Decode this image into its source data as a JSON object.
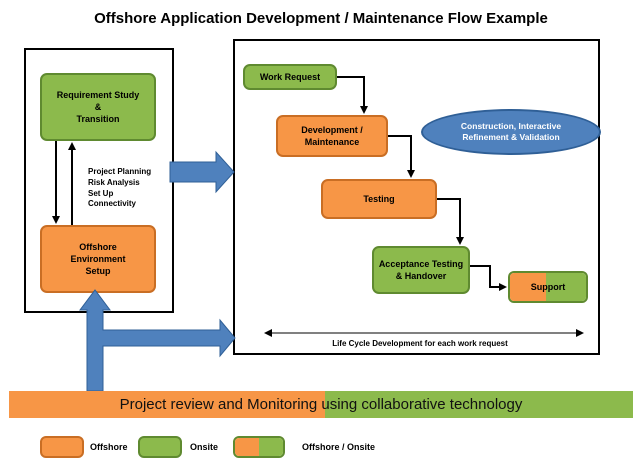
{
  "title": "Offshore Application Development / Maintenance Flow Example",
  "left_panel": {
    "requirement_box": "Requirement Study\n&\nTransition",
    "steps": [
      "Project Planning",
      "Risk Analysis",
      "Set Up",
      "Connectivity"
    ],
    "environment_box": "Offshore\nEnvironment\nSetup"
  },
  "right_panel": {
    "work_request": "Work Request",
    "development": "Development /\nMaintenance",
    "construction": "Construction, Interactive\nRefinement & Validation",
    "testing": "Testing",
    "acceptance": "Acceptance Testing\n& Handover",
    "support": "Support",
    "lifecycle_label": "Life Cycle Development for each work request"
  },
  "banner": {
    "text": "Project review and Monitoring using collaborative technology"
  },
  "legend": [
    {
      "label": "Offshore",
      "type": "offshore"
    },
    {
      "label": "Onsite",
      "type": "onsite"
    },
    {
      "label": "Offshore / Onsite",
      "type": "both"
    }
  ],
  "colors": {
    "offshore": "#f79646",
    "onsite": "#8cba4c",
    "arrow_blue": "#4f81bd"
  }
}
